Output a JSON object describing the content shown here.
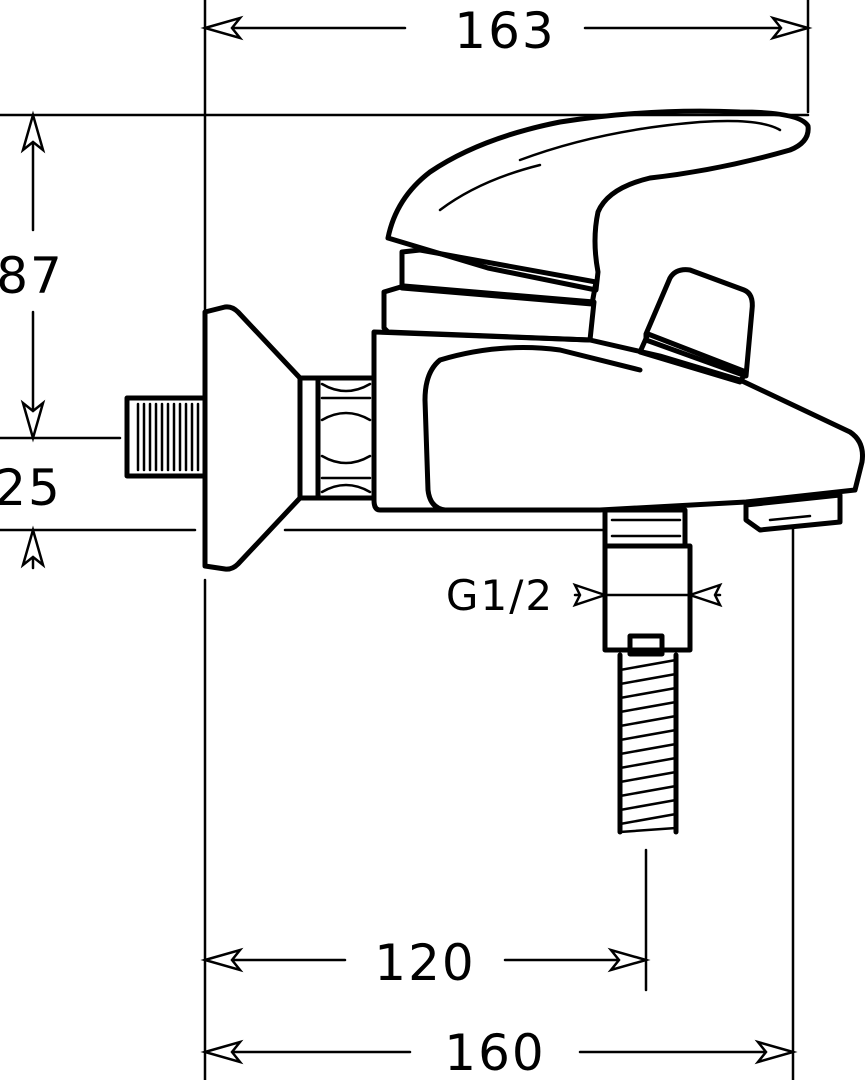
{
  "drawing": {
    "dimensions": {
      "overall_width_top": "163",
      "height_upper": "87",
      "height_lower": "25",
      "thread": "G1/2",
      "outlet_offset": "120",
      "overall_width_bottom": "160"
    }
  }
}
